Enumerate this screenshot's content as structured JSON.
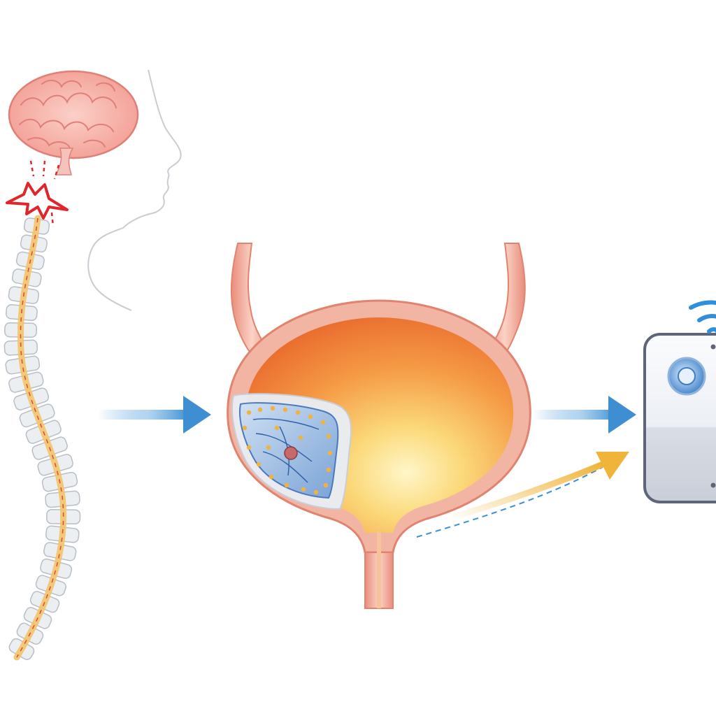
{
  "figure": {
    "panels": [
      {
        "id": "nervous-system",
        "depicts": [
          "brain",
          "head-profile",
          "nerve-signal-burst",
          "spinal-cord"
        ]
      },
      {
        "id": "bladder",
        "depicts": [
          "ureters",
          "bladder",
          "implanted-sensor-patch",
          "urethra"
        ]
      },
      {
        "id": "external-device",
        "depicts": [
          "device",
          "sensor-button",
          "wireless-signal"
        ]
      }
    ],
    "arrows": [
      {
        "id": "arrow-nerve-to-bladder",
        "style": "solid"
      },
      {
        "id": "arrow-bladder-to-device",
        "style": "solid"
      },
      {
        "id": "arrow-sensor-to-device",
        "style": "dashed"
      }
    ]
  },
  "colors": {
    "background": "#ffffff",
    "brain": "#f4a9a0",
    "brain_outline": "#e07f77",
    "signal_red": "#e0262b",
    "spine_bone": "#e9ecef",
    "spine_outline": "#b9bec5",
    "spinal_cord": "#f2c46a",
    "bladder_wall": "#f0a48f",
    "bladder_inner": "#f4893a",
    "bladder_glow": "#fde9a8",
    "sensor_blue": "#5a86c4",
    "sensor_dots": "#f2b23b",
    "arrow_blue": "#3d8fd1",
    "arrow_gold": "#f0b43a",
    "device_body": "#eef0f4",
    "device_outline": "#5d6577",
    "wifi_blue": "#2f8fdc"
  },
  "icons": [
    "brain-icon",
    "lightning-signal-icon",
    "wifi-signal-icon",
    "sensor-lens-icon"
  ]
}
